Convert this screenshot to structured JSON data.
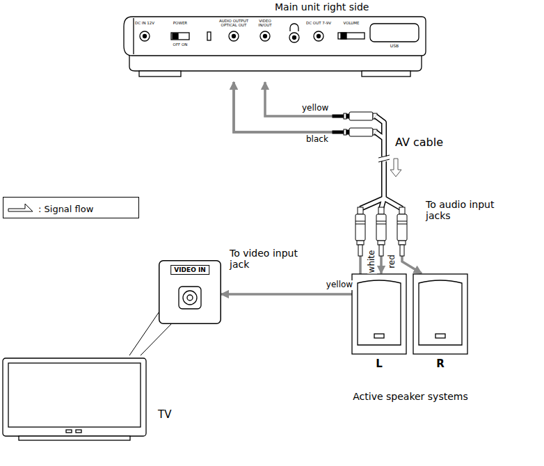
{
  "diagram": {
    "nodes": [
      {
        "text": [
          "Main unit right side"
        ]
      },
      {
        "text": [
          "VIDEO IN"
        ]
      },
      {
        "text": [
          "TV"
        ]
      },
      {
        "text": [
          "L"
        ]
      },
      {
        "text": [
          "R"
        ]
      }
    ],
    "edges": [
      {
        "from": 0,
        "to": 1,
        "arrow": "both",
        "label": "yellow"
      },
      {
        "from": 0,
        "to": 3,
        "arrow": "both",
        "label": "white"
      },
      {
        "from": 0,
        "to": 4,
        "arrow": "both",
        "label": "red"
      }
    ],
    "labels": [
      "DC IN 12V",
      "POWER",
      "OFF ON",
      "AUDIO OUTPUT OPTICAL OUT",
      "VIDEO IN/OUT",
      "DC OUT 7-9V",
      "VOLUME",
      "USB",
      "yellow",
      "black",
      "AV cable",
      "To video input jack",
      "To audio input jacks",
      "Active speaker systems"
    ],
    "legend": [
      {
        "text": ": Signal flow"
      }
    ]
  }
}
